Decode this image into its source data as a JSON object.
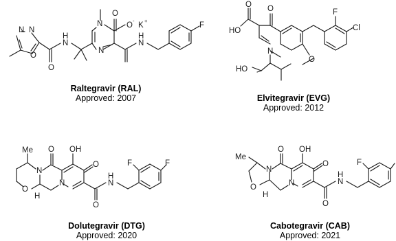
{
  "figure": {
    "compounds": [
      {
        "id": "raltegravir",
        "name": "Raltegravir (RAL)",
        "approved": "Approved: 2007",
        "atoms": [
          "N",
          "N",
          "O",
          "O",
          "N",
          "H",
          "N",
          "O",
          "O",
          "K",
          "N",
          "H",
          "N",
          "F"
        ],
        "charges": [
          "-",
          "+"
        ]
      },
      {
        "id": "elvitegravir",
        "name": "Elvitegravir (EVG)",
        "approved": "Approved: 2012",
        "atoms": [
          "O",
          "O",
          "HO",
          "F",
          "Cl",
          "N",
          "HO",
          "O"
        ]
      },
      {
        "id": "dolutegravir",
        "name": "Dolutegravir (DTG)",
        "approved": "Approved: 2020",
        "atoms": [
          "Me",
          "O",
          "OH",
          "O",
          "N",
          "N",
          "O",
          "H",
          "O",
          "N",
          "H",
          "F",
          "F"
        ]
      },
      {
        "id": "cabotegravir",
        "name": "Cabotegravir (CAB)",
        "approved": "Approved: 2021",
        "atoms": [
          "Me",
          "O",
          "OH",
          "O",
          "N",
          "N",
          "O",
          "H",
          "O",
          "N",
          "H",
          "F"
        ]
      }
    ]
  }
}
